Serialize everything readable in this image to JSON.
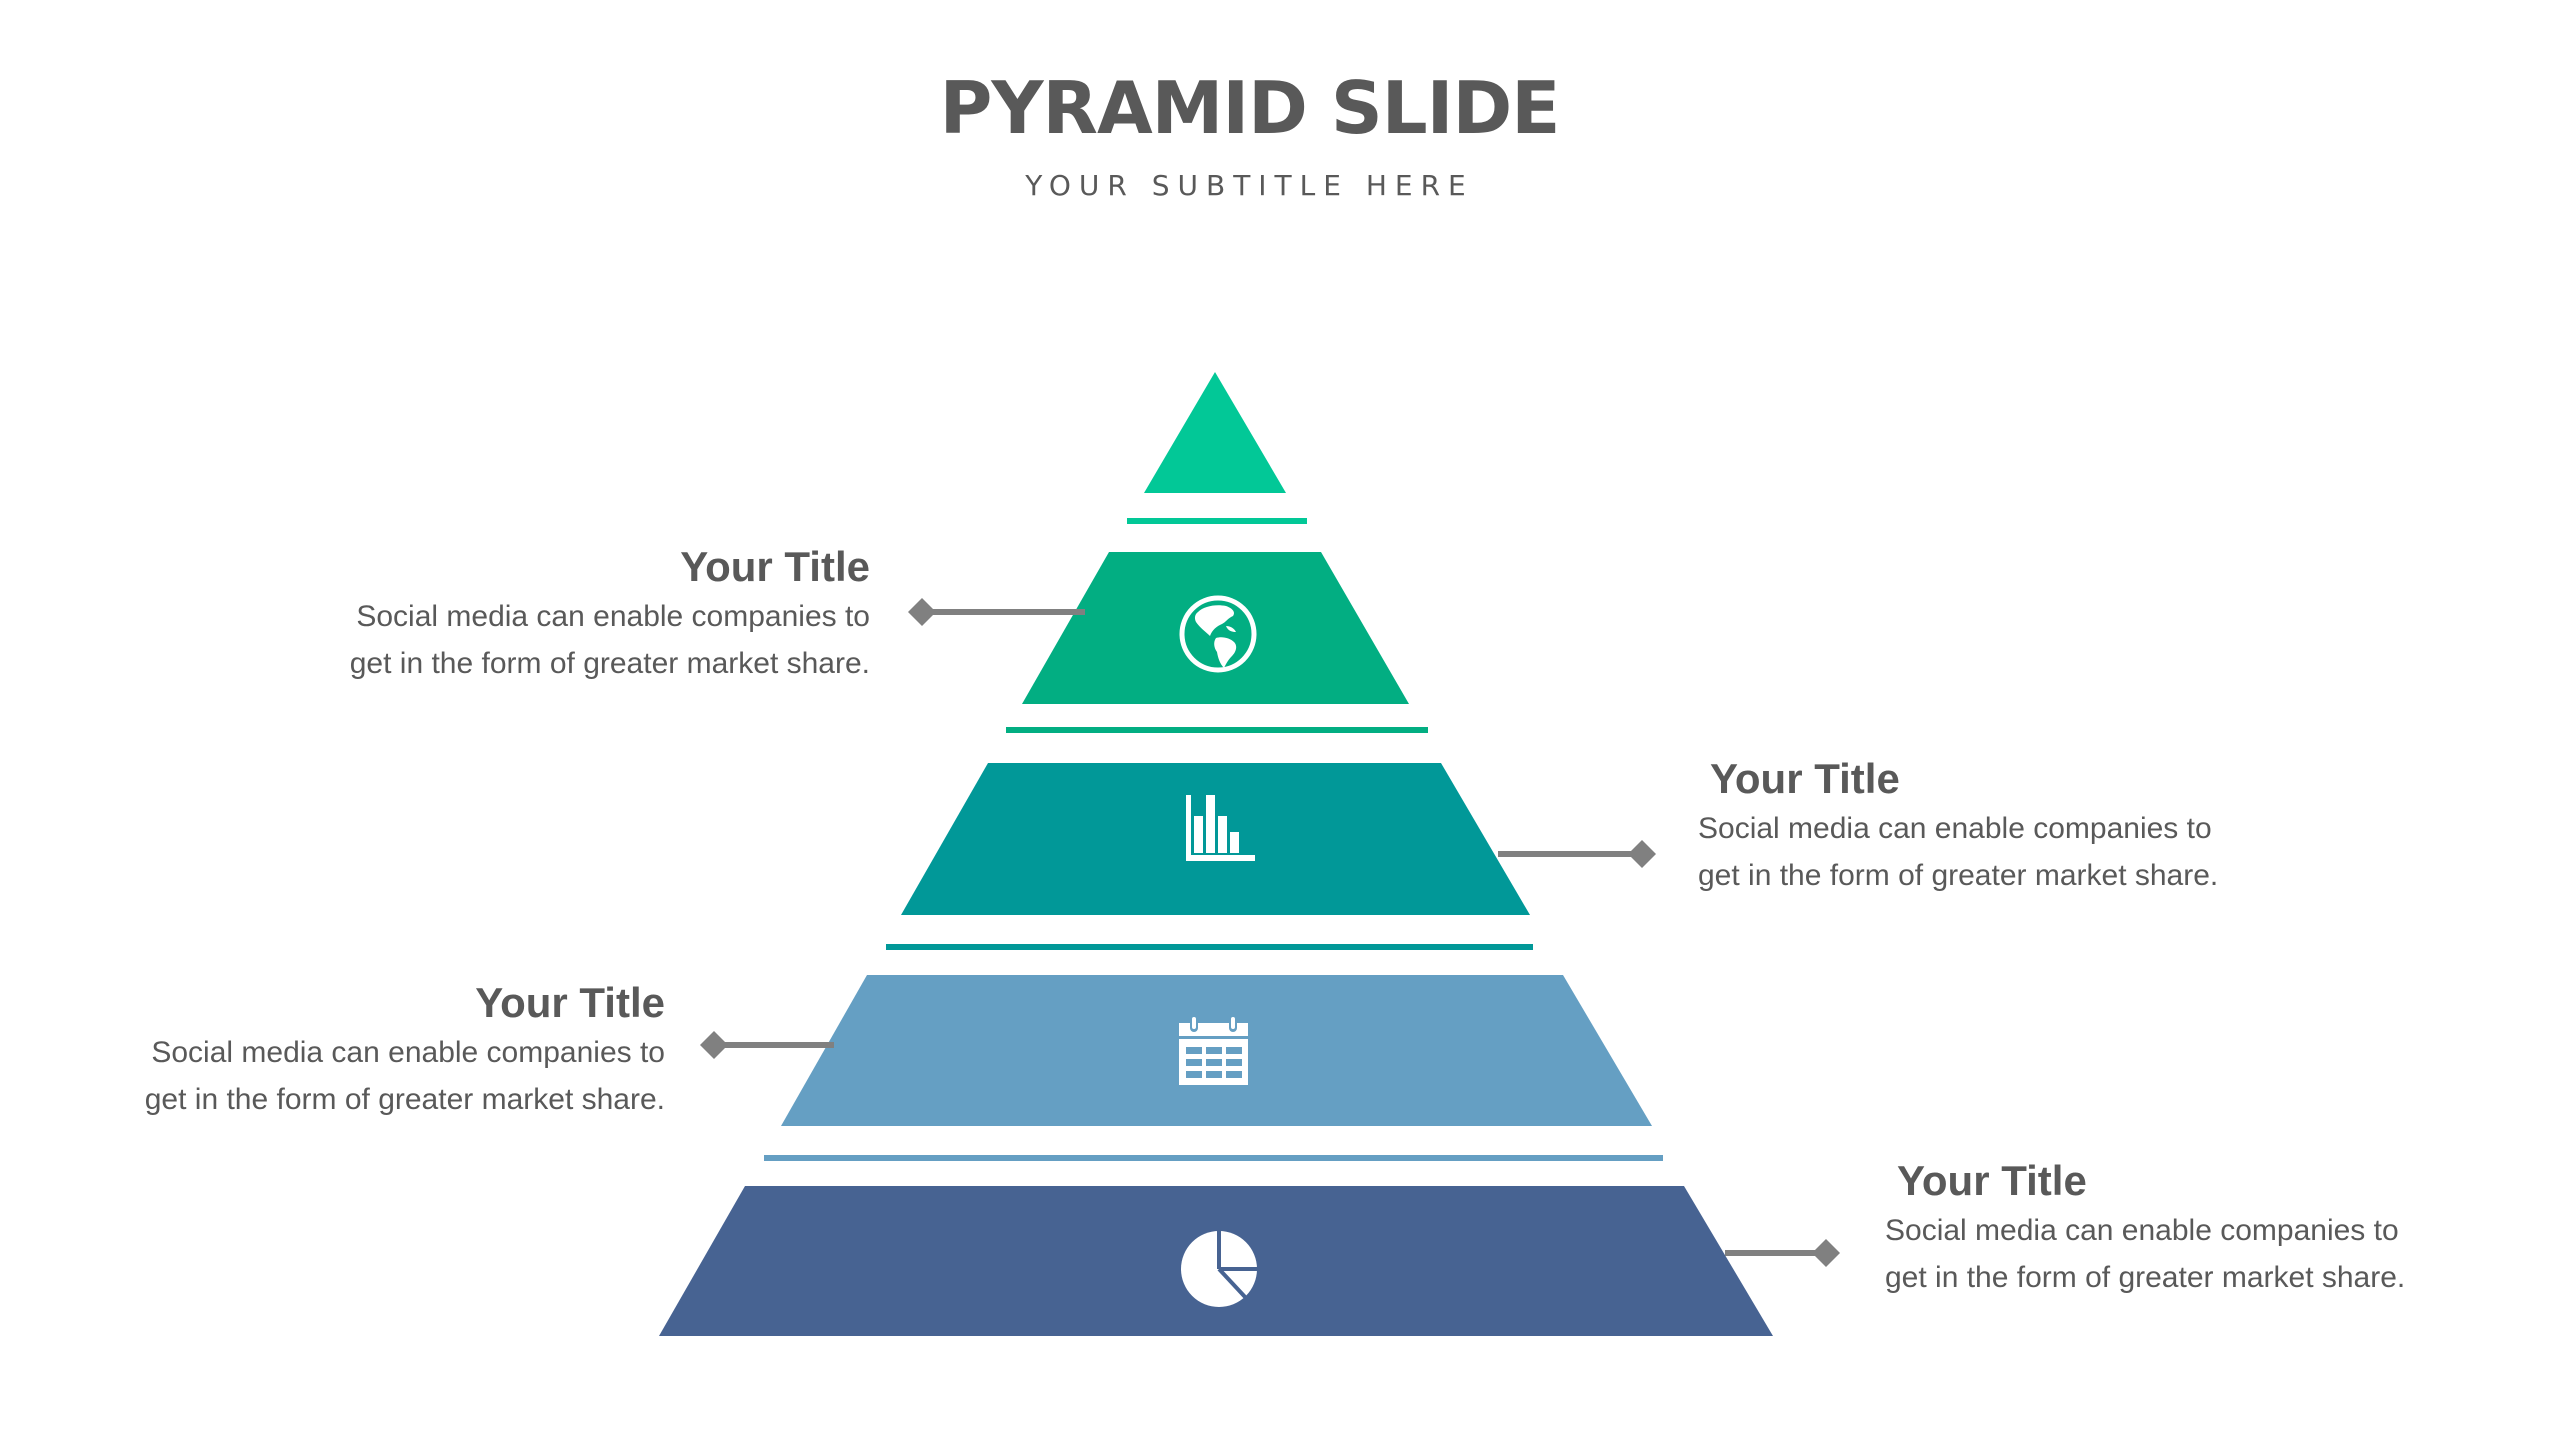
{
  "header": {
    "title": "PYRAMID SLIDE",
    "subtitle": "YOUR SUBTITLE HERE"
  },
  "colors": {
    "level_1": "#02C897",
    "level_2": "#02AE82",
    "level_3": "#019898",
    "level_4": "#659FC3",
    "level_5": "#476392",
    "connector": "#808080",
    "text": "#595959",
    "background": "#FFFFFF"
  },
  "pyramid": {
    "levels": [
      {
        "level": 1,
        "shape": "triangle",
        "icon": null
      },
      {
        "level": 2,
        "shape": "trapezoid",
        "icon": "globe-icon"
      },
      {
        "level": 3,
        "shape": "trapezoid",
        "icon": "bar-chart-icon"
      },
      {
        "level": 4,
        "shape": "trapezoid",
        "icon": "calendar-icon"
      },
      {
        "level": 5,
        "shape": "trapezoid",
        "icon": "pie-chart-icon"
      }
    ]
  },
  "callouts": [
    {
      "side": "left",
      "level": 2,
      "title": "Your Title",
      "body_line_1": "Social media can enable companies to",
      "body_line_2": "get in the form of greater market share."
    },
    {
      "side": "right",
      "level": 3,
      "title": "Your Title",
      "body_line_1": "Social media can enable companies to",
      "body_line_2": "get in the form of greater market share."
    },
    {
      "side": "left",
      "level": 4,
      "title": "Your Title",
      "body_line_1": "Social media can enable companies to",
      "body_line_2": "get in the form of greater market share."
    },
    {
      "side": "right",
      "level": 5,
      "title": "Your Title",
      "body_line_1": "Social media can enable companies to",
      "body_line_2": "get in the form of greater market share."
    }
  ]
}
